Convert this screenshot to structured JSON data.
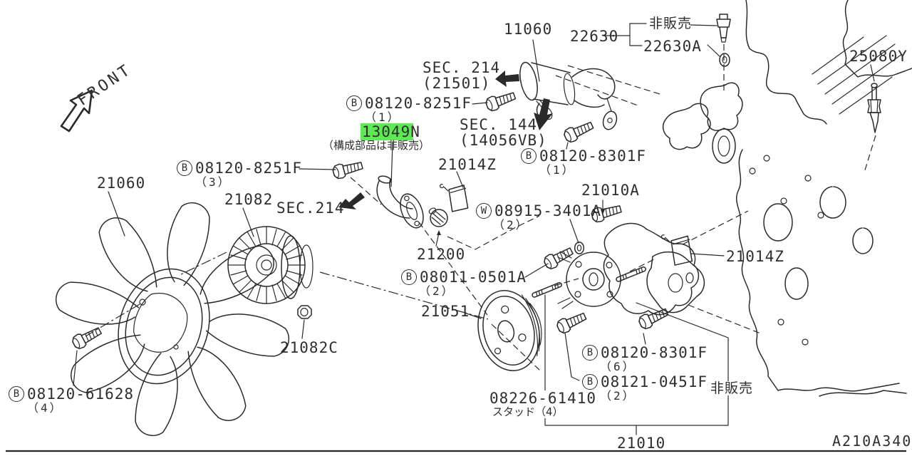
{
  "colors": {
    "highlight": "#5fe954",
    "line": "#2a2a2a",
    "text": "#2e2e2e",
    "background": "#ffffff"
  },
  "diagram_code": "A210A340",
  "front_indicator": "FRONT",
  "labels": {
    "p11060": "11060",
    "p22630": "22630",
    "not_sold_top": "非販売",
    "p22630a": "22630A",
    "p25080y": "25080Y",
    "sec214_line1": "SEC. 214",
    "sec214_line2": "(21501)",
    "sec144_line1": "SEC. 144",
    "sec144_line2": "(14056VB)",
    "sec214_small": "SEC.214",
    "p13049n": "13049N",
    "note_13049n": "（構成部品は非販売）",
    "p21014z_left": "21014Z",
    "p21014z_right": "21014Z",
    "p21060": "21060",
    "p21082": "21082",
    "p21082c": "21082C",
    "p21010a": "21010A",
    "p21200": "21200",
    "p21051": "21051",
    "p21010": "21010",
    "stud_number": "08226-61410",
    "stud_note": "スタッド（4）",
    "not_sold_bottom": "非販売"
  },
  "fasteners": {
    "f8251f_1": {
      "prefix": "B",
      "number": "08120-8251F",
      "qty": "（1）"
    },
    "f8251f_3": {
      "prefix": "B",
      "number": "08120-8251F",
      "qty": "（3）"
    },
    "f8301f_1": {
      "prefix": "B",
      "number": "08120-8301F",
      "qty": "（1）"
    },
    "f8301f_6": {
      "prefix": "B",
      "number": "08120-8301F",
      "qty": "（6）"
    },
    "f0451f_2": {
      "prefix": "B",
      "number": "08121-0451F",
      "qty": "（2）"
    },
    "f0501a_2": {
      "prefix": "B",
      "number": "08011-0501A",
      "qty": "（2）"
    },
    "f61628_4": {
      "prefix": "B",
      "number": "08120-61628",
      "qty": "（4）"
    },
    "f3401a_2": {
      "prefix": "W",
      "number": "08915-3401A",
      "qty": "（2）"
    }
  }
}
